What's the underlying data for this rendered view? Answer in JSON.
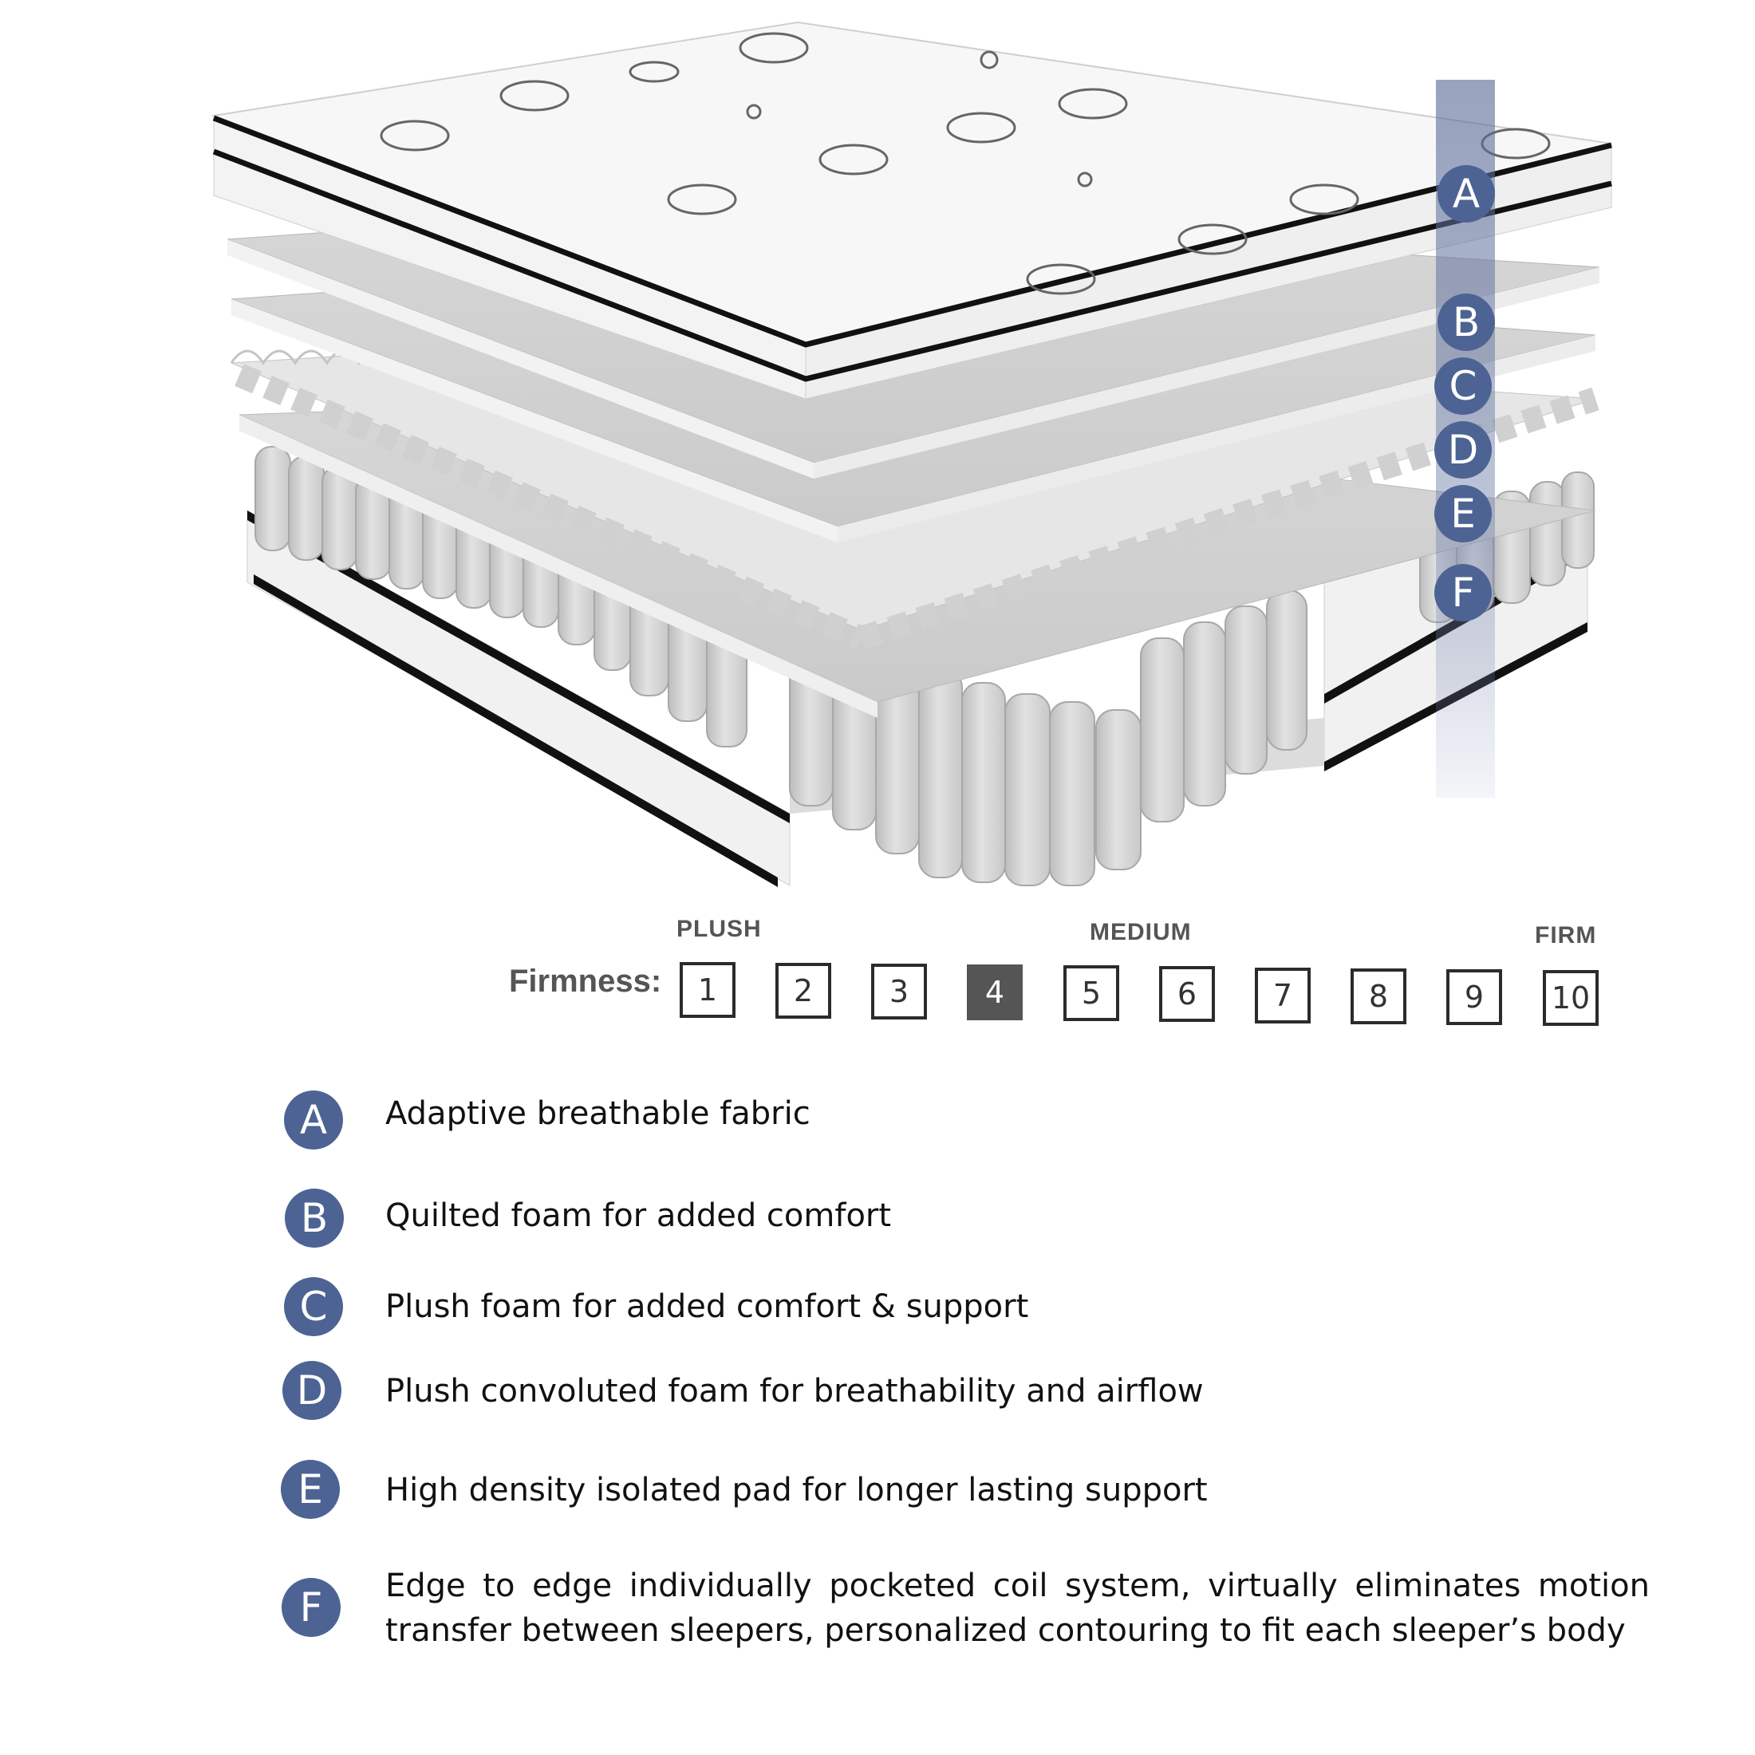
{
  "layers": [
    "A",
    "B",
    "C",
    "D",
    "E",
    "F"
  ],
  "scale": {
    "plush": "PLUSH",
    "medium": "MEDIUM",
    "firm": "FIRM",
    "label": "Firmness:",
    "levels": [
      "1",
      "2",
      "3",
      "4",
      "5",
      "6",
      "7",
      "8",
      "9",
      "10"
    ],
    "selected": "4"
  },
  "legend": [
    {
      "letter": "A",
      "text": "Adaptive breathable fabric"
    },
    {
      "letter": "B",
      "text": "Quilted foam for added comfort"
    },
    {
      "letter": "C",
      "text": "Plush foam for added comfort & support"
    },
    {
      "letter": "D",
      "text": "Plush convoluted foam for breathability and airflow"
    },
    {
      "letter": "E",
      "text": "High density isolated pad for longer lasting support"
    },
    {
      "letter": "F",
      "text": "Edge to edge individually pocketed coil system, virtually eliminates motion transfer between sleepers, personalized contouring to fit each sleeper’s body"
    }
  ],
  "colors": {
    "badge": "#4d6393",
    "selected": "#555555"
  }
}
